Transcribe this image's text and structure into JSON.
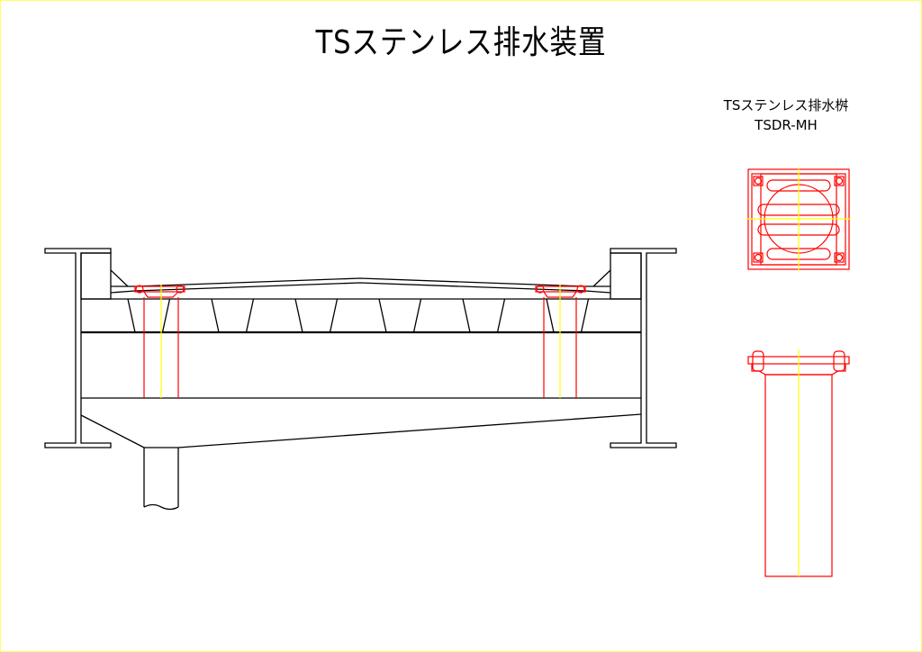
{
  "title": "TSステンレス排水装置",
  "detail": {
    "name": "TSステンレス排水桝",
    "model": "TSDR-MH"
  },
  "colors": {
    "line": "#000000",
    "drain": "#ff0000",
    "centerline": "#ffff00",
    "border": "#ffff66"
  }
}
